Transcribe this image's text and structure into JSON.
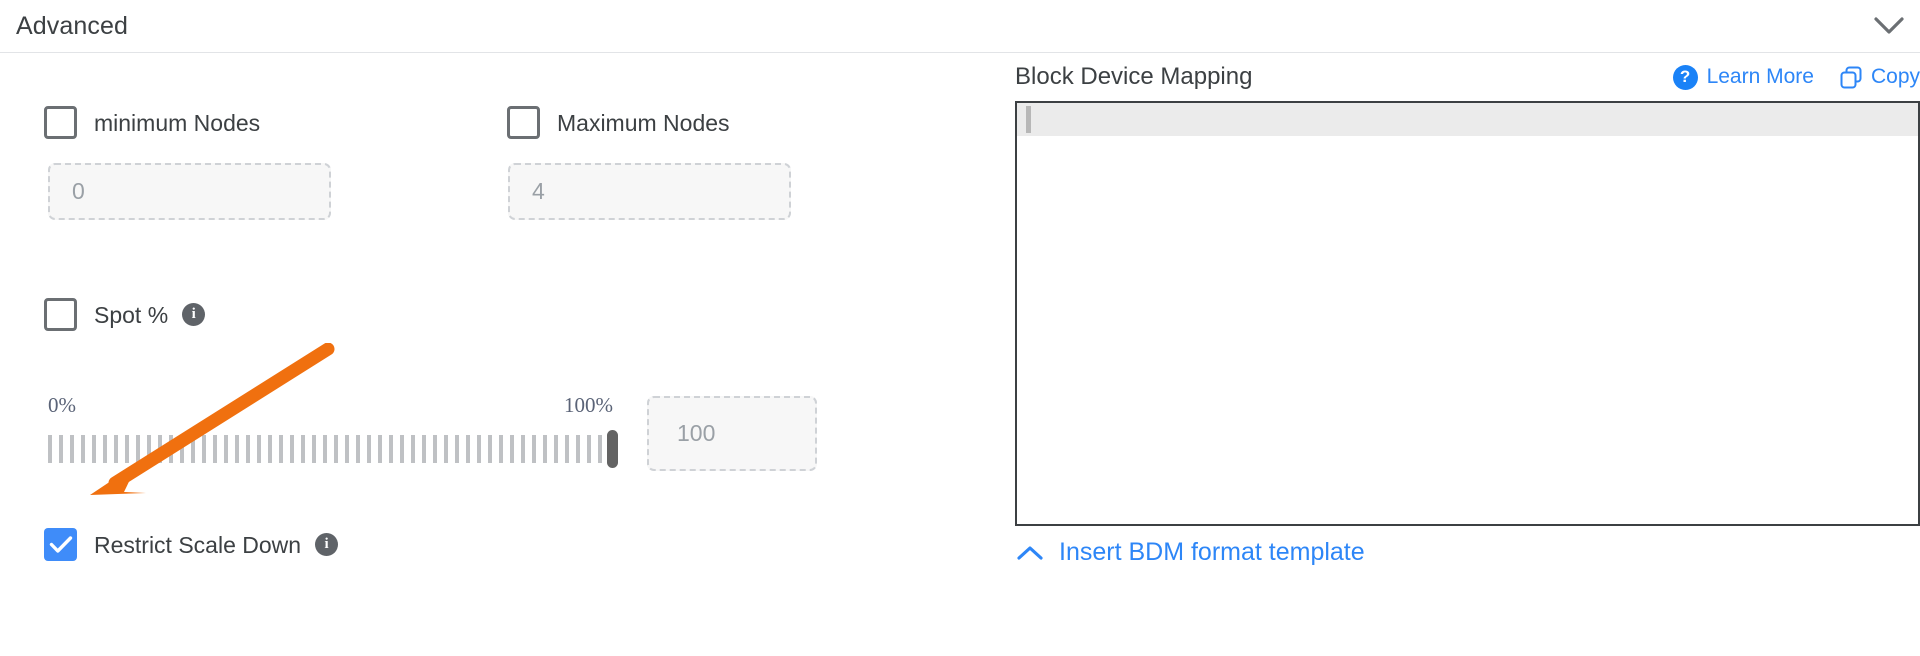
{
  "header": {
    "title": "Advanced",
    "collapse_icon": "chevron-down-icon"
  },
  "advanced": {
    "min_nodes": {
      "label": "minimum Nodes",
      "checked": false,
      "input_placeholder": "0",
      "input_value": ""
    },
    "max_nodes": {
      "label": "Maximum Nodes",
      "checked": false,
      "input_placeholder": "4",
      "input_value": ""
    },
    "spot_percent": {
      "label": "Spot %",
      "checked": false,
      "info_icon": "info-icon",
      "info_glyph": "i"
    },
    "spot_slider": {
      "min_label": "0%",
      "max_label": "100%",
      "value": 100,
      "value_input_placeholder": "100",
      "value_input_value": ""
    },
    "restrict_scale_down": {
      "label": "Restrict Scale Down",
      "checked": true,
      "info_icon": "info-icon",
      "info_glyph": "i"
    }
  },
  "block_device_mapping": {
    "title": "Block Device Mapping",
    "learn_more": {
      "label": "Learn More",
      "icon": "question-mark-circle-icon",
      "icon_glyph": "?"
    },
    "copy": {
      "label": "Copy",
      "icon": "copy-icon"
    },
    "editor_content": "",
    "insert_template": {
      "label": "Insert BDM format template",
      "icon": "chevron-up-icon"
    }
  },
  "annotation": {
    "type": "arrow",
    "color": "#f0700f",
    "points_to": "restrict-scale-down-checkbox"
  },
  "colors": {
    "accent_blue": "#2d86f7",
    "checkbox_checked": "#3f8cf9",
    "text_primary": "#3c4043",
    "text_muted": "#9aa0a6",
    "annotation_orange": "#f0700f"
  }
}
